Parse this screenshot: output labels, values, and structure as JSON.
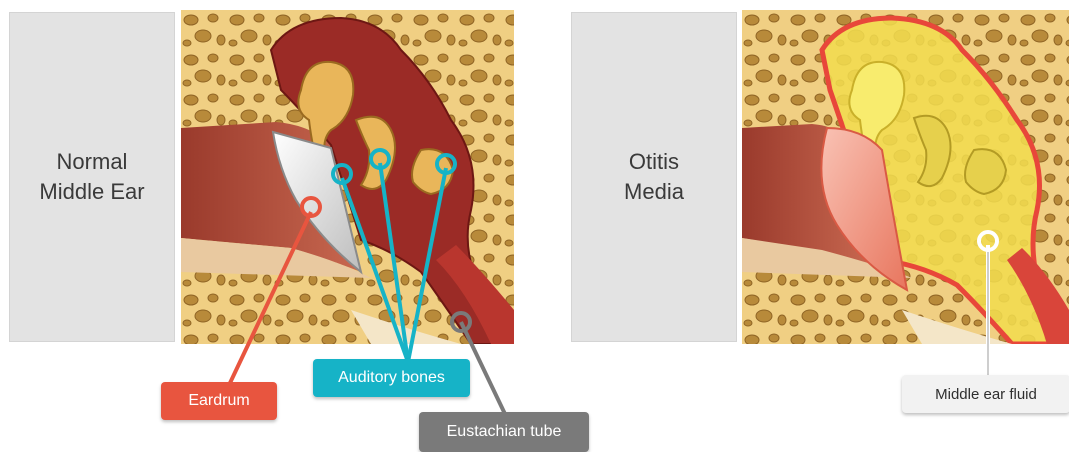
{
  "left_panel": {
    "label_line1": "Normal",
    "label_line2": "Middle  Ear"
  },
  "right_panel": {
    "label_line1": "Otitis",
    "label_line2": "Media"
  },
  "callouts": {
    "eardrum": "Eardrum",
    "auditory_bones": "Auditory bones",
    "eustachian_tube": "Eustachian tube",
    "middle_ear_fluid": "Middle  ear fluid"
  },
  "colors": {
    "eardrum": "#e8553f",
    "auditory_bones": "#16b3c7",
    "eustachian_tube": "#7a7a7a",
    "fluid_label_bg": "#f2f2f2",
    "bone_yellow": "#f0cf83",
    "tissue_red": "#a8302b",
    "fluid_yellow": "#f3e25a"
  },
  "icons": [
    "eardrum-marker-icon",
    "auditory-bone-marker-icon",
    "eustachian-marker-icon",
    "fluid-marker-icon"
  ]
}
